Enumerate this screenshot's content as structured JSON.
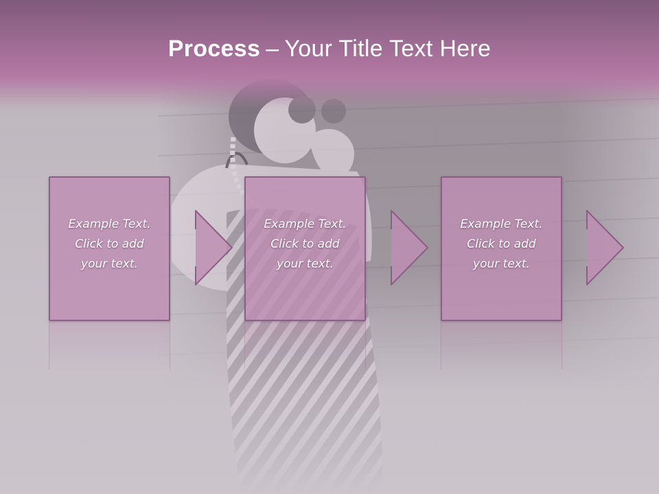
{
  "slide": {
    "title_bold": "Process",
    "title_separator": "–",
    "title_rest": "Your Title Text Here",
    "colors": {
      "header_top": "#7f5a7a",
      "header_bottom": "#b47aa5",
      "box_fill": "#be8eb2",
      "box_border": "#8a5f83",
      "background": "#bdb6bd"
    }
  },
  "steps": [
    {
      "line1": "Example Text.",
      "line2": "Click  to add",
      "line3": "your text."
    },
    {
      "line1": "Example Text.",
      "line2": "Click  to add",
      "line3": "your text."
    },
    {
      "line1": "Example Text.",
      "line2": "Click  to add",
      "line3": "your text."
    }
  ],
  "icons": {
    "connector": "right-arrow-icon"
  }
}
